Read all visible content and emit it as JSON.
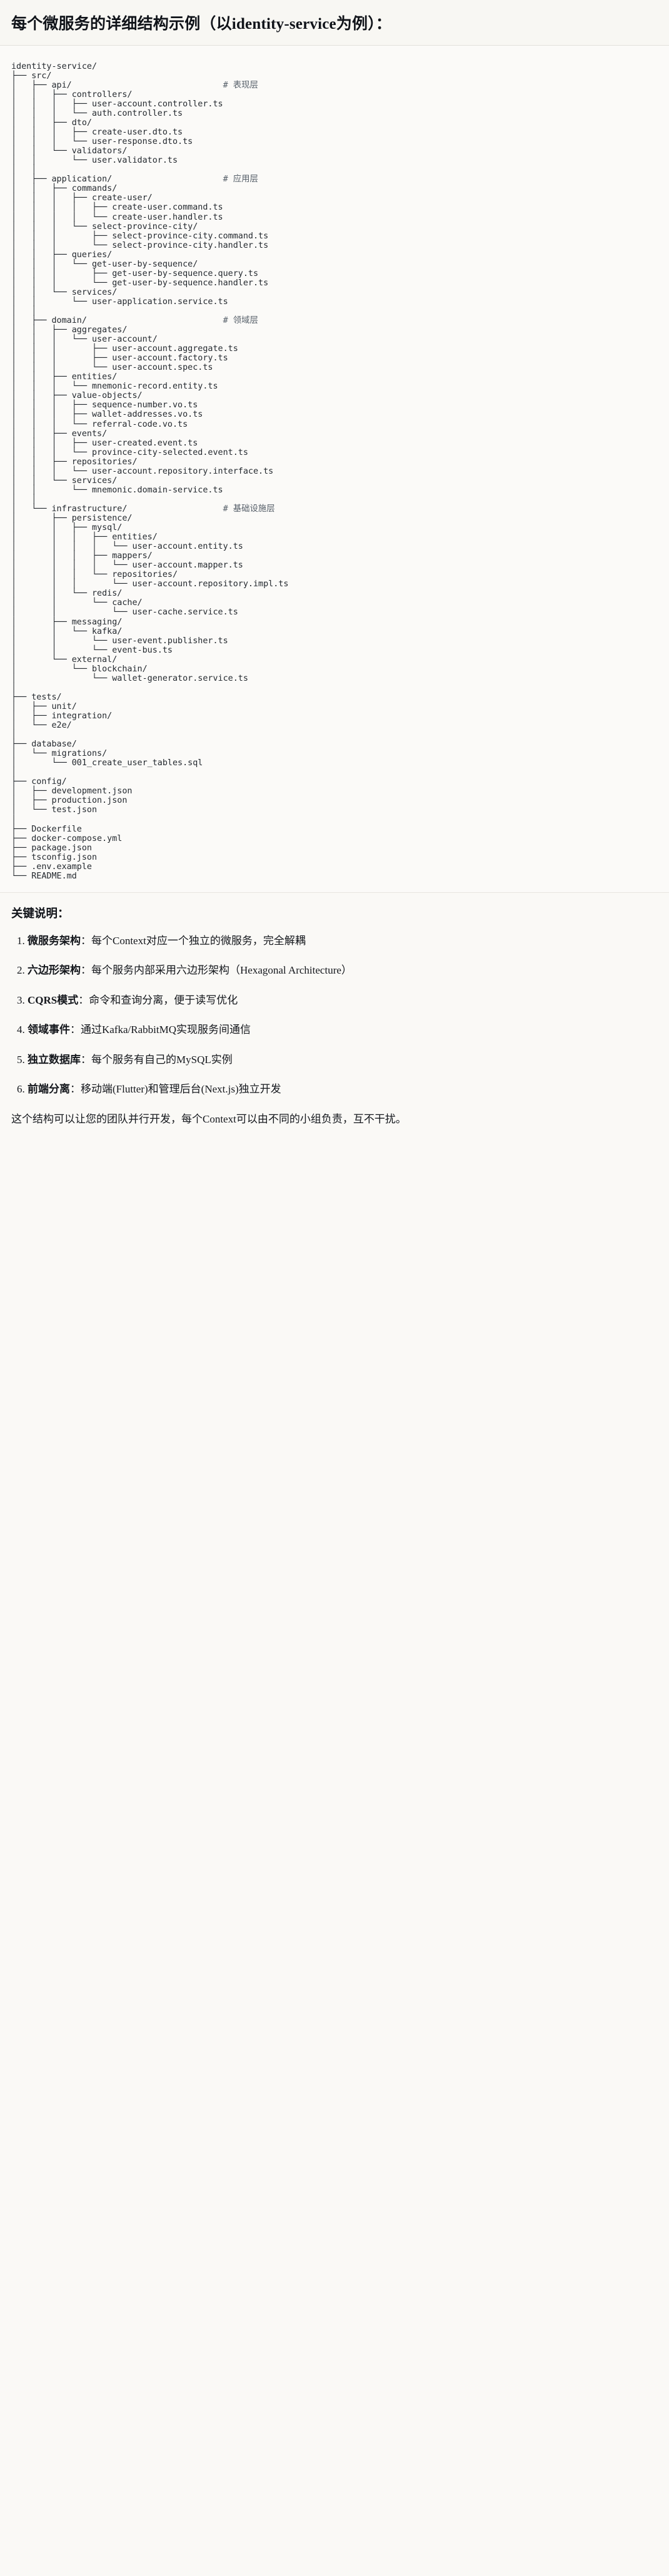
{
  "header": {
    "title": "每个微服务的详细结构示例（以identity-service为例）："
  },
  "tree": {
    "root": "identity-service/",
    "text": "identity-service/\n├── src/\n│   ├── api/                              # 表现层\n│   │   ├── controllers/\n│   │   │   ├── user-account.controller.ts\n│   │   │   └── auth.controller.ts\n│   │   ├── dto/\n│   │   │   ├── create-user.dto.ts\n│   │   │   └── user-response.dto.ts\n│   │   └── validators/\n│   │       └── user.validator.ts\n│   │\n│   ├── application/                      # 应用层\n│   │   ├── commands/\n│   │   │   ├── create-user/\n│   │   │   │   ├── create-user.command.ts\n│   │   │   │   └── create-user.handler.ts\n│   │   │   └── select-province-city/\n│   │   │       ├── select-province-city.command.ts\n│   │   │       └── select-province-city.handler.ts\n│   │   ├── queries/\n│   │   │   └── get-user-by-sequence/\n│   │   │       ├── get-user-by-sequence.query.ts\n│   │   │       └── get-user-by-sequence.handler.ts\n│   │   └── services/\n│   │       └── user-application.service.ts\n│   │\n│   ├── domain/                           # 领域层\n│   │   ├── aggregates/\n│   │   │   └── user-account/\n│   │   │       ├── user-account.aggregate.ts\n│   │   │       ├── user-account.factory.ts\n│   │   │       └── user-account.spec.ts\n│   │   ├── entities/\n│   │   │   └── mnemonic-record.entity.ts\n│   │   ├── value-objects/\n│   │   │   ├── sequence-number.vo.ts\n│   │   │   ├── wallet-addresses.vo.ts\n│   │   │   └── referral-code.vo.ts\n│   │   ├── events/\n│   │   │   ├── user-created.event.ts\n│   │   │   └── province-city-selected.event.ts\n│   │   ├── repositories/\n│   │   │   └── user-account.repository.interface.ts\n│   │   └── services/\n│   │       └── mnemonic.domain-service.ts\n│   │\n│   └── infrastructure/                   # 基础设施层\n│       ├── persistence/\n│       │   ├── mysql/\n│       │   │   ├── entities/\n│       │   │   │   └── user-account.entity.ts\n│       │   │   ├── mappers/\n│       │   │   │   └── user-account.mapper.ts\n│       │   │   └── repositories/\n│       │   │       └── user-account.repository.impl.ts\n│       │   └── redis/\n│       │       └── cache/\n│       │           └── user-cache.service.ts\n│       ├── messaging/\n│       │   └── kafka/\n│       │       └── user-event.publisher.ts\n│       │       └── event-bus.ts\n│       └── external/\n│           └── blockchain/\n│               └── wallet-generator.service.ts\n│\n├── tests/\n│   ├── unit/\n│   ├── integration/\n│   └── e2e/\n│\n├── database/\n│   └── migrations/\n│       └── 001_create_user_tables.sql\n│\n├── config/\n│   ├── development.json\n│   ├── production.json\n│   └── test.json\n│\n├── Dockerfile\n├── docker-compose.yml\n├── package.json\n├── tsconfig.json\n├── .env.example\n└── README.md",
    "layer_comments": [
      "# 表现层",
      "# 应用层",
      "# 领域层",
      "# 基础设施层"
    ]
  },
  "keypoints": {
    "heading": "关键说明：",
    "items": [
      {
        "term": "微服务架构",
        "desc": "：每个Context对应一个独立的微服务，完全解耦"
      },
      {
        "term": "六边形架构",
        "desc": "：每个服务内部采用六边形架构（Hexagonal Architecture）"
      },
      {
        "term": "CQRS模式",
        "desc": "：命令和查询分离，便于读写优化"
      },
      {
        "term": "领域事件",
        "desc": "：通过Kafka/RabbitMQ实现服务间通信"
      },
      {
        "term": "独立数据库",
        "desc": "：每个服务有自己的MySQL实例"
      },
      {
        "term": "前端分离",
        "desc": "：移动端(Flutter)和管理后台(Next.js)独立开发"
      }
    ],
    "closing": "这个结构可以让您的团队并行开发，每个Context可以由不同的小组负责，互不干扰。"
  },
  "colors": {
    "background": "#faf9f6",
    "header_background": "#f8f7f3",
    "text": "#1f2328",
    "comment": "#57606a",
    "divider": "#e3e1dc"
  }
}
